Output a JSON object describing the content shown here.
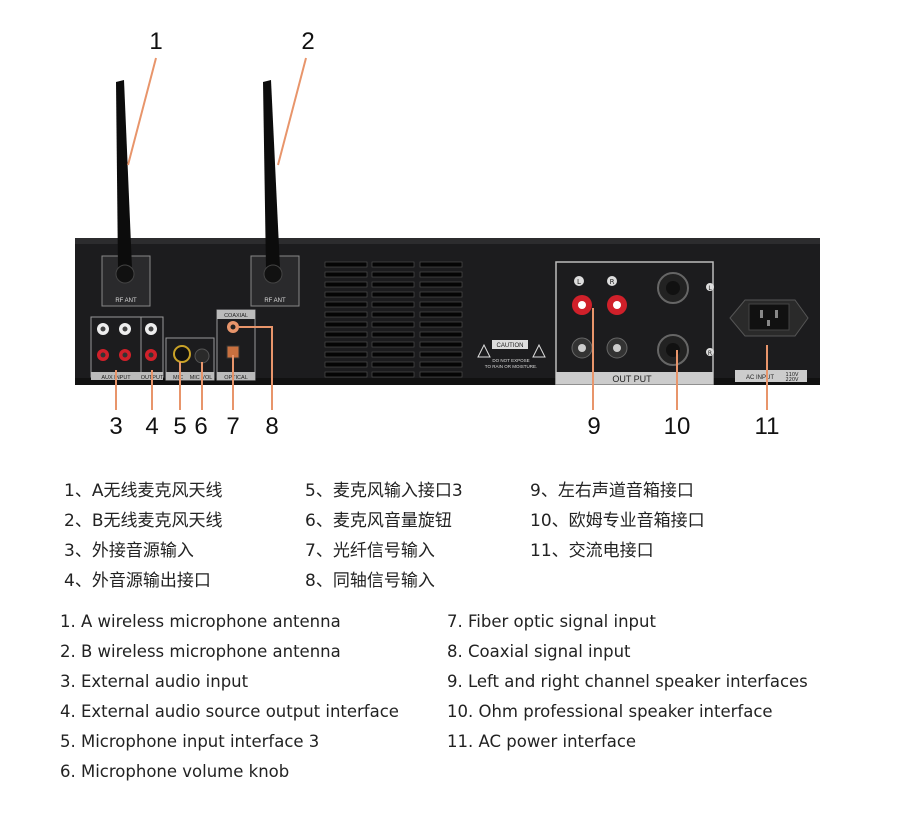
{
  "callout_numbers": [
    "1",
    "2",
    "3",
    "4",
    "5",
    "6",
    "7",
    "8",
    "9",
    "10",
    "11"
  ],
  "panel_labels": {
    "rf_ant": "RF ANT",
    "aux_input": "AUX INPUT",
    "output_small": "OUTPUT",
    "mic": "MIC",
    "mic_vol": "MIC VOL",
    "coaxial": "COAXIAL",
    "optical": "OPTICAL",
    "caution": "CAUTION",
    "caution_note_1": "DO NOT EXPOSE",
    "caution_note_2": "TO RAIN OR MOISTURE.",
    "out_put": "OUT PUT",
    "left": "L",
    "right": "R",
    "ac_input": "AC INPUT",
    "voltage_1": "110V",
    "voltage_2": "220V"
  },
  "legend_zh": [
    "1、A无线麦克风天线",
    "2、B无线麦克风天线",
    "3、外接音源输入",
    "4、外音源输出接口",
    "5、麦克风输入接口3",
    "6、麦克风音量旋钮",
    "7、光纤信号输入",
    "8、同轴信号输入",
    "9、左右声道音箱接口",
    "10、欧姆专业音箱接口",
    "11、交流电接口"
  ],
  "legend_en": [
    "1. A wireless microphone antenna",
    "2. B wireless microphone antenna",
    "3. External audio input",
    "4. External audio source output interface",
    "5. Microphone input interface 3",
    "6. Microphone volume knob",
    "7. Fiber optic signal input",
    "8. Coaxial signal input",
    "9. Left and right channel speaker interfaces",
    "10. Ohm professional speaker interface",
    "11. AC power interface"
  ],
  "colors": {
    "leader": "#e8956b",
    "body": "#1c1c1e",
    "jack_red": "#d0202a"
  }
}
